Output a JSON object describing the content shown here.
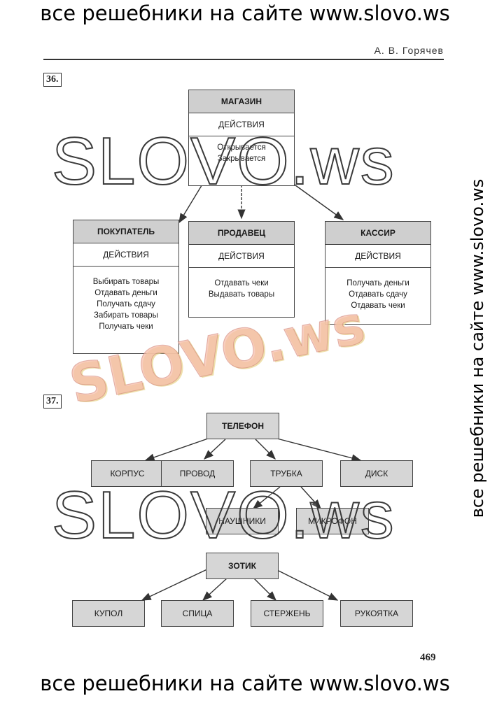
{
  "banner_text": "все решебники на сайте www.slovo.ws",
  "side_text": "все решебники на сайте www.slovo.ws",
  "author": "А. В. Горячев",
  "page_number": "469",
  "watermarks": {
    "outline": "SLOVO.ws",
    "flower": "SLOVO.ws"
  },
  "task36": {
    "number": "36.",
    "classes": {
      "store": {
        "name": "МАГАЗИН",
        "section": "ДЕЙСТВИЯ",
        "ops": [
          "Открывается",
          "Закрывается"
        ]
      },
      "buyer": {
        "name": "ПОКУПАТЕЛЬ",
        "section": "ДЕЙСТВИЯ",
        "ops": [
          "Выбирать товары",
          "Отдавать деньги",
          "Получать сдачу",
          "Забирать товары",
          "Получать чеки"
        ]
      },
      "seller": {
        "name": "ПРОДАВЕЦ",
        "section": "ДЕЙСТВИЯ",
        "ops": [
          "Отдавать чеки",
          "Выдавать товары"
        ]
      },
      "cashier": {
        "name": "КАССИР",
        "section": "ДЕЙСТВИЯ",
        "ops": [
          "Получать деньги",
          "Отдавать сдачу",
          "Отдавать чеки"
        ]
      }
    }
  },
  "task37": {
    "number": "37.",
    "phone_tree": {
      "root": "ТЕЛЕФОН",
      "children": [
        "КОРПУС",
        "ПРОВОД",
        "ТРУБКА",
        "ДИСК"
      ],
      "handset_children": [
        "НАУШНИКИ",
        "МИКРОФОН"
      ]
    },
    "umbrella_tree": {
      "root": "ЗОТИК",
      "children": [
        "КУПОЛ",
        "СПИЦА",
        "СТЕРЖЕНЬ",
        "РУКОЯТКА"
      ]
    }
  }
}
